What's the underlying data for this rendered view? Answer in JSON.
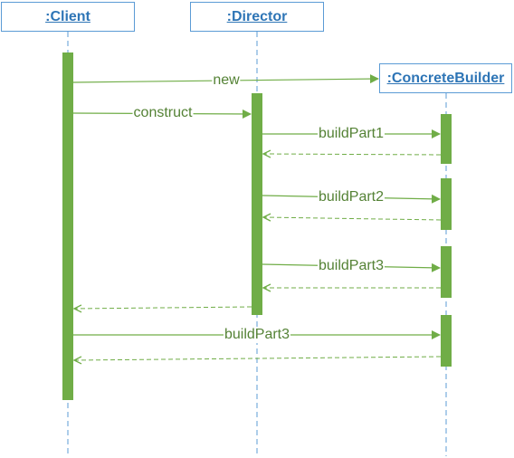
{
  "participants": {
    "client": ":Client",
    "director": ":Director",
    "builder": ":ConcreteBuilder"
  },
  "messages": {
    "new": "new",
    "construct": "construct",
    "build_part_1": "buildPart1",
    "build_part_2": "buildPart2",
    "build_part_3": "buildPart3",
    "client_build_part_3": "buildPart3"
  },
  "colors": {
    "lifeline_border": "#5b9bd5",
    "lifeline_text": "#2e75b6",
    "activation": "#70ad47",
    "message": "#70ad47",
    "message_text": "#548235"
  }
}
